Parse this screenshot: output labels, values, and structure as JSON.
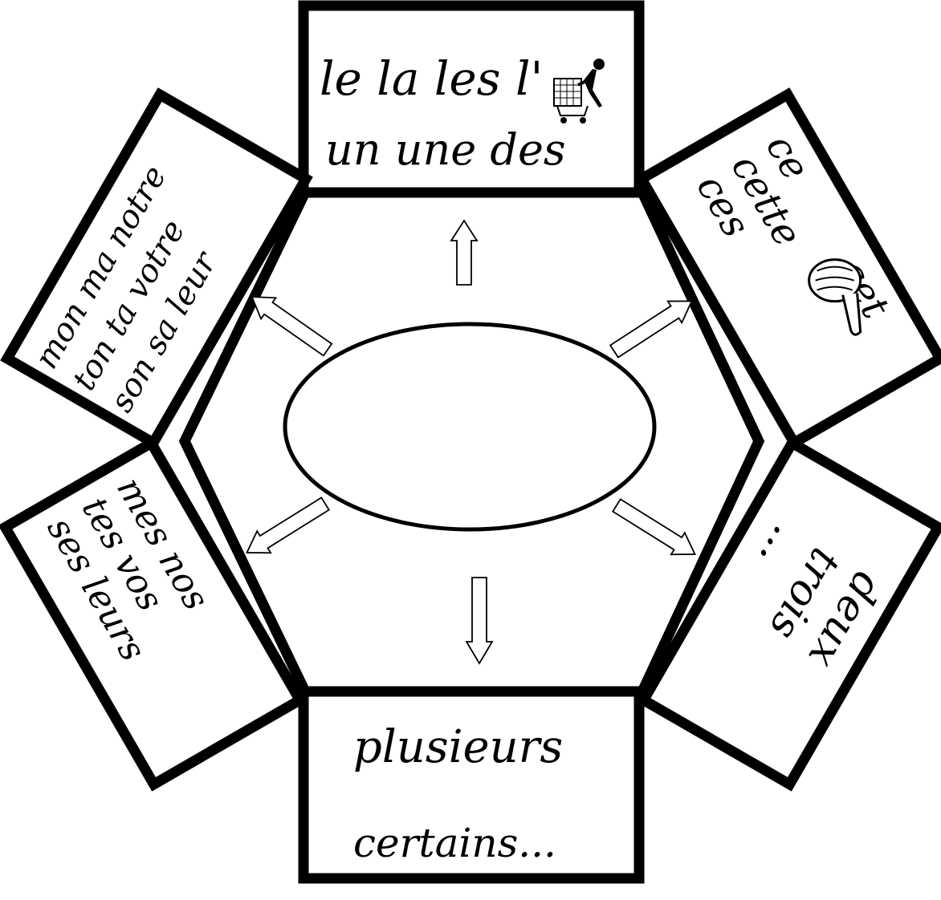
{
  "diagram": {
    "center_label": "",
    "panels": {
      "top": {
        "line1": "le la les l'",
        "line2": "un une des",
        "icon": "shopping-cart-icon"
      },
      "upper_right": {
        "words": [
          "ce",
          "cette",
          "ces",
          "cet"
        ],
        "icon": "pointing-hand-icon"
      },
      "upper_left": {
        "line1": "mon ma notre",
        "line2": "ton ta votre",
        "line3": "son sa leur"
      },
      "lower_left": {
        "line1": "mes nos",
        "line2": "tes vos",
        "line3": "ses leurs"
      },
      "lower_right": {
        "line1": "deux",
        "line2": "trois",
        "line3": "..."
      },
      "bottom": {
        "line1": "plusieurs",
        "line2": "certains..."
      }
    }
  }
}
